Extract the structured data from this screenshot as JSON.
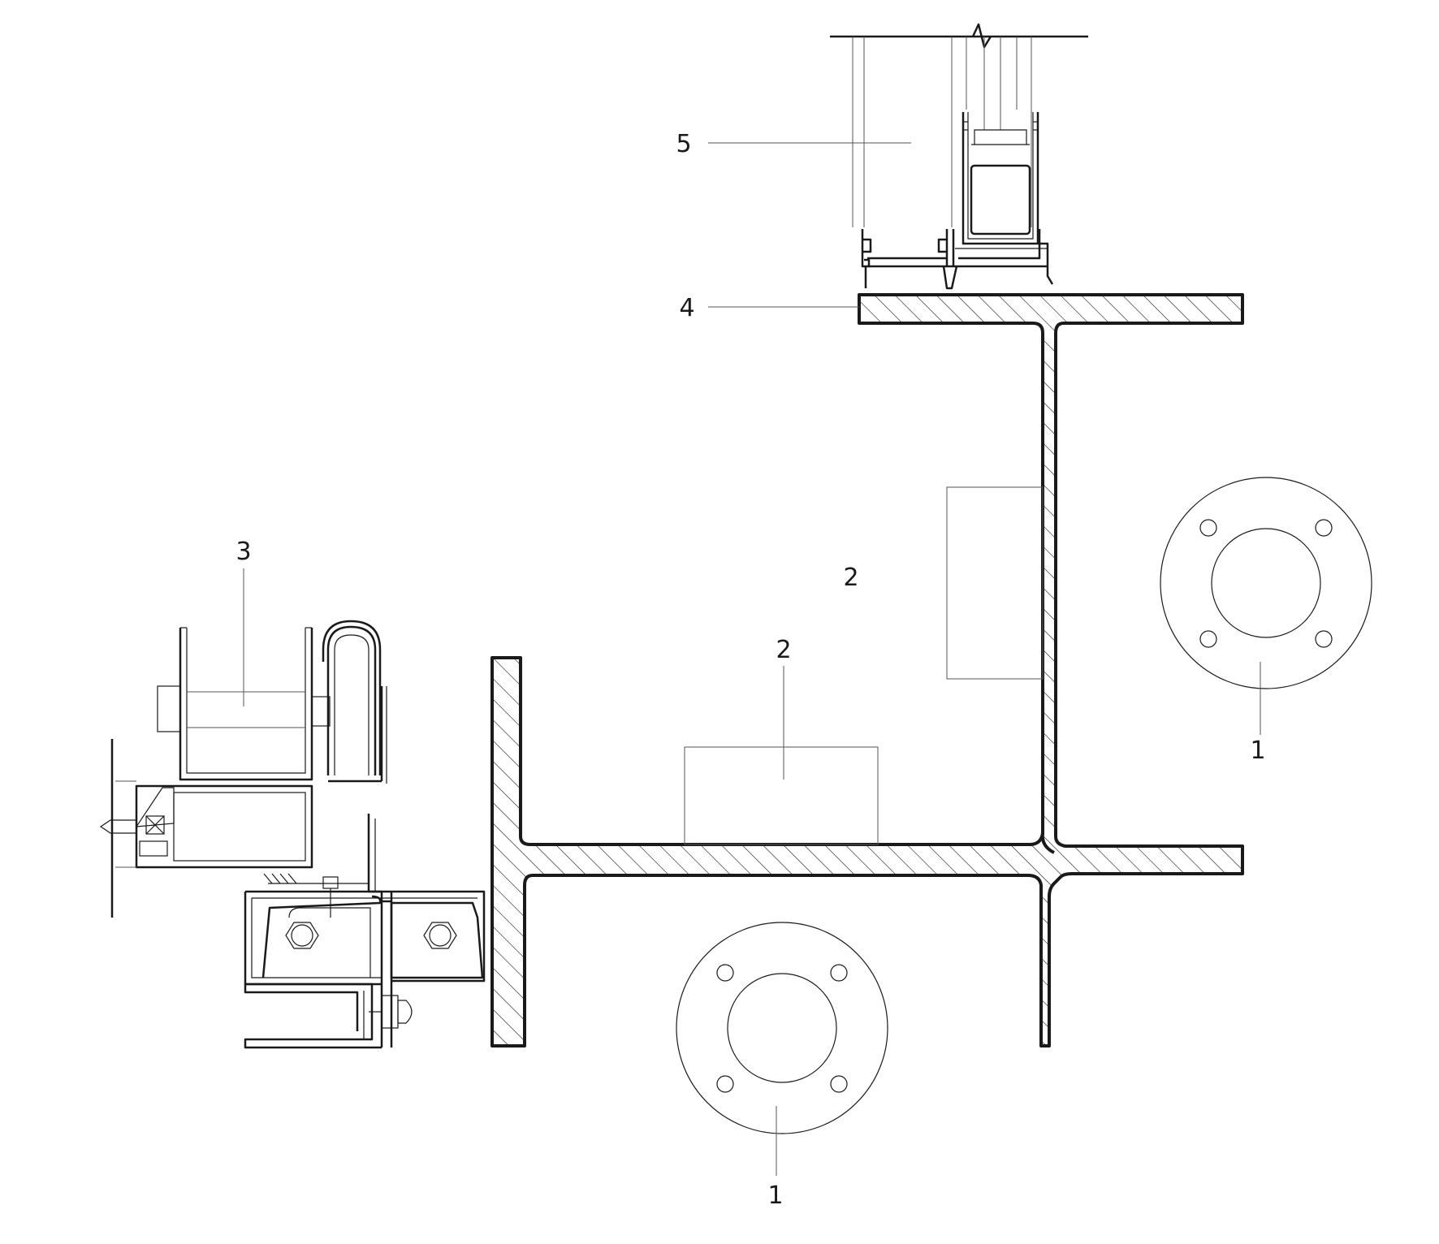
{
  "diagram": {
    "callouts": [
      {
        "id": "c5",
        "label": "5"
      },
      {
        "id": "c4",
        "label": "4"
      },
      {
        "id": "c3",
        "label": "3"
      },
      {
        "id": "c2-upper",
        "label": "2"
      },
      {
        "id": "c2-lower",
        "label": "2"
      },
      {
        "id": "c1-right",
        "label": "1"
      },
      {
        "id": "c1-bottom",
        "label": "1"
      }
    ],
    "colors": {
      "line": "#1a1a1a",
      "background": "#ffffff"
    }
  }
}
